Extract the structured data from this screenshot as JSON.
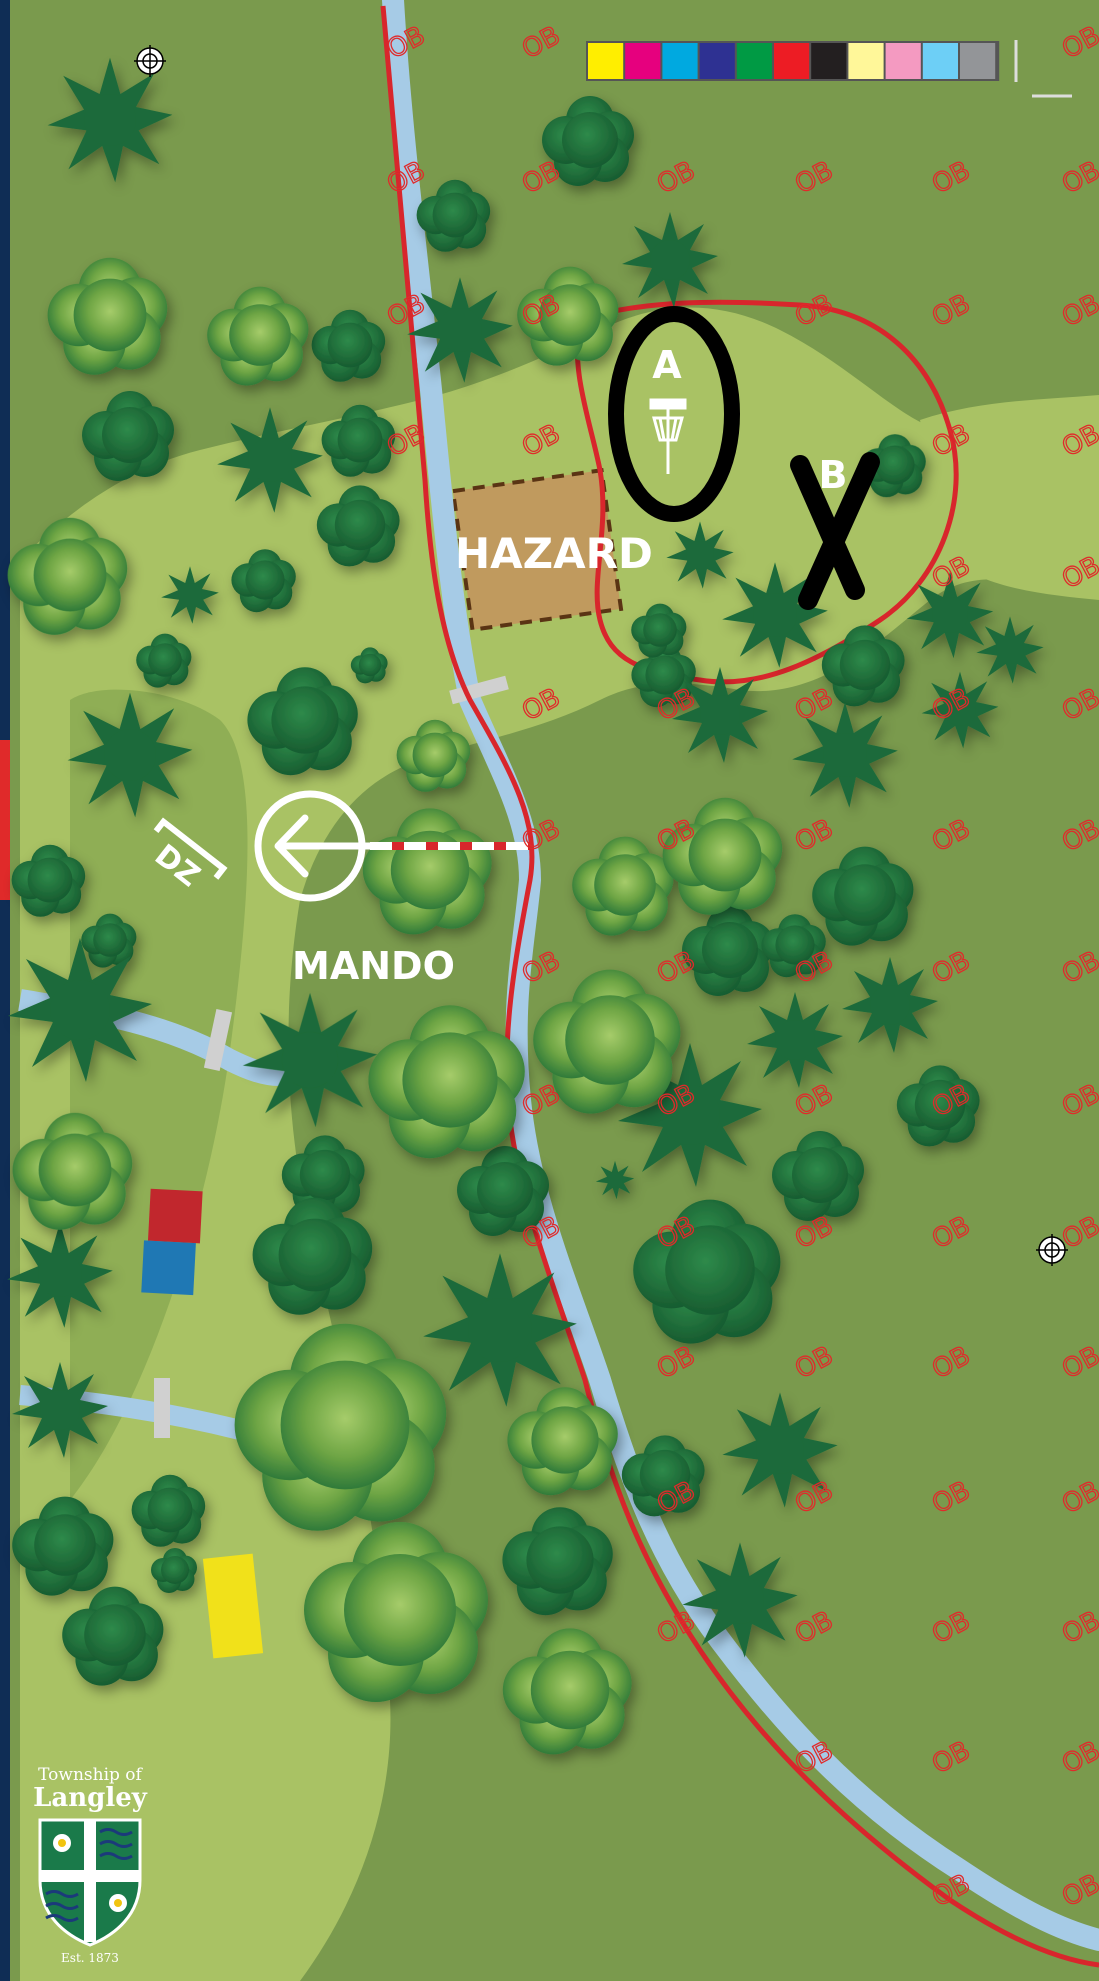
{
  "map": {
    "labels": {
      "hazard": "HAZARD",
      "mando": "MANDO",
      "drop_zone": "DZ",
      "pin_a": "A",
      "pin_b": "B",
      "out_of_bounds": "OB"
    },
    "logo": {
      "line1": "Township of",
      "line2": "Langley",
      "established": "Est. 1873"
    },
    "colors": {
      "grass": "#7a9a4d",
      "fairway": "#a9c264",
      "creek": "#a6cbe6",
      "ob_line": "#d8262c",
      "hazard_fill": "#c09a5e",
      "tree_dark": "#1f6b3a",
      "tree_light": "#7fae4f"
    }
  },
  "color_bar": {
    "swatches": [
      "#ffee00",
      "#e6007e",
      "#00a9e0",
      "#2e3192",
      "#009a44",
      "#ed1c24",
      "#231f20",
      "#fff799",
      "#f49ac1",
      "#6dcff6",
      "#939598"
    ]
  },
  "tee_pads": {
    "red_blue_colors": [
      "#c1272d",
      "#1f78b4"
    ],
    "yellow_color": "#f1e11a"
  }
}
